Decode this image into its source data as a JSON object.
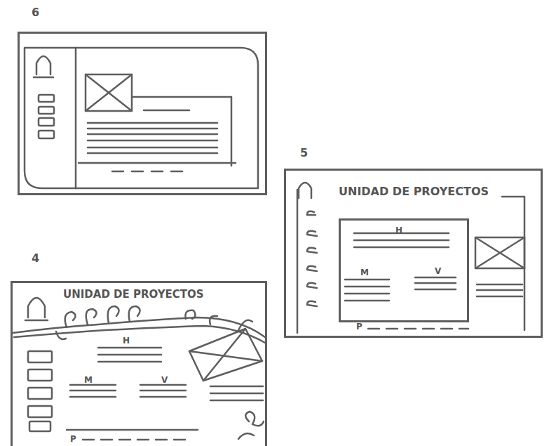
{
  "diagram": {
    "nodes": [
      {
        "text": [
          "6"
        ]
      },
      {
        "text": [
          "5",
          "UNIDAD DE PROYECTOS",
          "P"
        ]
      },
      {
        "text": [
          "H",
          "M",
          "V"
        ],
        "in": 1
      },
      {
        "text": [
          "4",
          "UNIDAD DE PROYECTOS",
          "H",
          "M",
          "V",
          "P"
        ]
      }
    ]
  }
}
